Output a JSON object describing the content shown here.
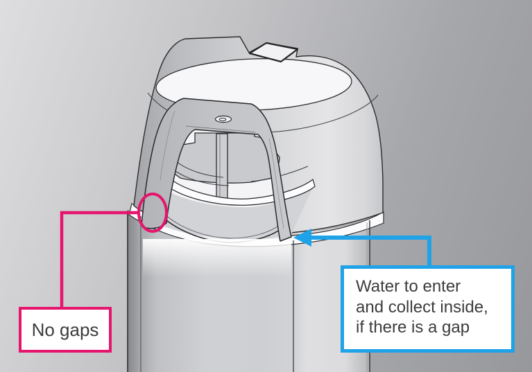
{
  "figure": {
    "description": "Grayscale cutaway CAD illustration of a cylindrical cover seated on its base, sectioned to show the internal frame, center rib, base plate and the seal joint between cover skirt and body",
    "style": "technical line rendering"
  },
  "annotations": {
    "no_gaps": {
      "text": "No gaps",
      "accent_color": "#E5156D"
    },
    "water_gap": {
      "line1": "Water to enter",
      "line2": "and collect inside,",
      "line3": "if there is a gap",
      "accent_color": "#1EA2E8"
    }
  },
  "colors": {
    "text": "#3C3C3C",
    "callout_background": "#FFFFFF",
    "pink": "#E5156D",
    "blue": "#1EA2E8",
    "outline": "#2B2B2D"
  }
}
